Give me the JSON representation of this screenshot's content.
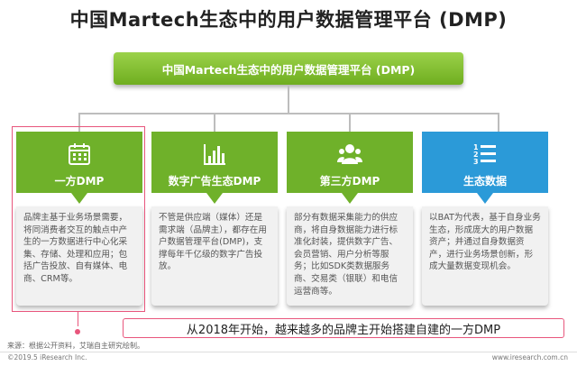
{
  "page": {
    "title": "中国Martech生态中的用户数据管理平台 (DMP)"
  },
  "top_bar": {
    "label": "中国Martech生态中的用户数据管理平台 (DMP)"
  },
  "cards": [
    {
      "title": "一方DMP",
      "icon": "calendar-icon",
      "color": "#6fb12a",
      "body": "品牌主基于业务场景需要，将同消费者交互的触点中产生的一方数据进行中心化采集、存储、处理和应用；包括广告投放、自有媒体、电商、CRM等。"
    },
    {
      "title": "数字广告生态DMP",
      "icon": "bar-chart-icon",
      "color": "#6fb12a",
      "body": "不管是供应端（媒体）还是需求端（品牌主），都存在用户数据管理平台(DMP)，支撑每年千亿级的数字广告投放。"
    },
    {
      "title": "第三方DMP",
      "icon": "users-icon",
      "color": "#6fb12a",
      "body": "部分有数据采集能力的供应商，将自身数据能力进行标准化封装，提供数字广告、会员营销、用户分析等服务；比如SDK类数据服务商、交易类（银联）和电信运营商等。"
    },
    {
      "title": "生态数据",
      "icon": "numbered-list-icon",
      "color": "#2b9ad8",
      "body": "以BAT为代表，基于自身业务生态，形成庞大的用户数据资产；并通过自身数据资产，进行业务场景创新，形成大量数据变现机会。"
    }
  ],
  "callout": {
    "text": "从2018年开始，越来越多的品牌主开始搭建自建的一方DMP"
  },
  "source": "来源：根据公开资料，艾瑞自主研究绘制。",
  "footer": {
    "left": "©2019.5 iResearch Inc.",
    "right": "www.iresearch.com.cn"
  }
}
